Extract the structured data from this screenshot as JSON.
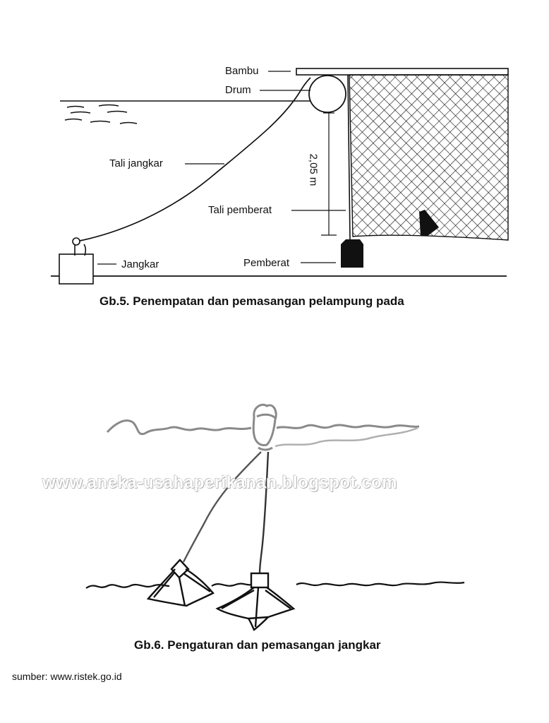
{
  "figure1": {
    "labels": {
      "bambu": "Bambu",
      "drum": "Drum",
      "tali_jangkar": "Tali jangkar",
      "depth": "2,05 m",
      "tali_pemberat": "Tali pemberat",
      "jangkar": "Jangkar",
      "pemberat": "Pemberat"
    },
    "caption": "Gb.5. Penempatan dan pemasangan pelampung pada"
  },
  "figure2": {
    "caption": "Gb.6. Pengaturan dan pemasangan jangkar"
  },
  "watermark": "www.aneka-usahaperikanan.blogspot.com",
  "source": "sumber: www.ristek.go.id"
}
